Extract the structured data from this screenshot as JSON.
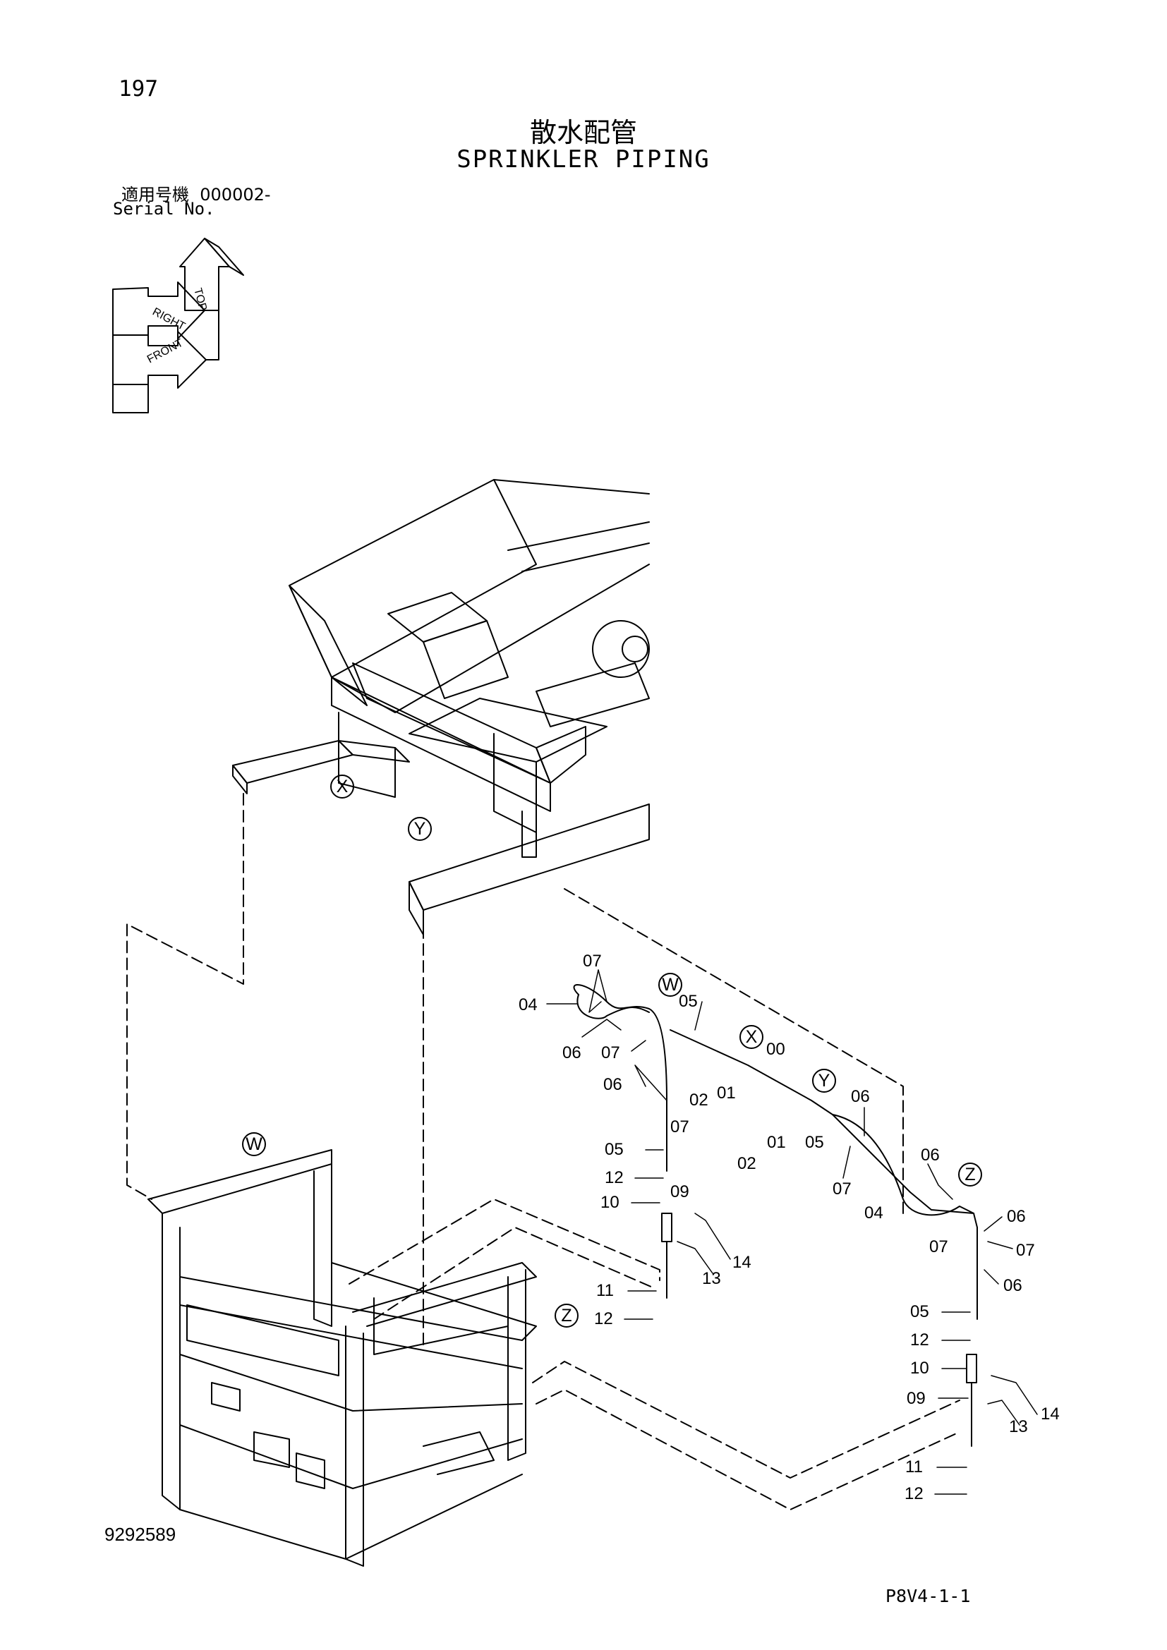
{
  "page_number": "197",
  "title_jp": "散水配管",
  "title_en": "SPRINKLER PIPING",
  "serial": {
    "label_jp": "適用号機",
    "value": "000002-",
    "label_en": "Serial No."
  },
  "orientation_arrows": {
    "top": "TOP",
    "right": "RIGHT",
    "front": "FRONT"
  },
  "view_markers": {
    "x": "X",
    "y": "Y",
    "w": "W",
    "z": "Z"
  },
  "callouts": {
    "c00": "00",
    "c01": "01",
    "c02": "02",
    "c04": "04",
    "c05": "05",
    "c06": "06",
    "c07": "07",
    "c09": "09",
    "c10": "10",
    "c11": "11",
    "c12": "12",
    "c13": "13",
    "c14": "14"
  },
  "drawing_number": "9292589",
  "sheet_code": "P8V4-1-1"
}
